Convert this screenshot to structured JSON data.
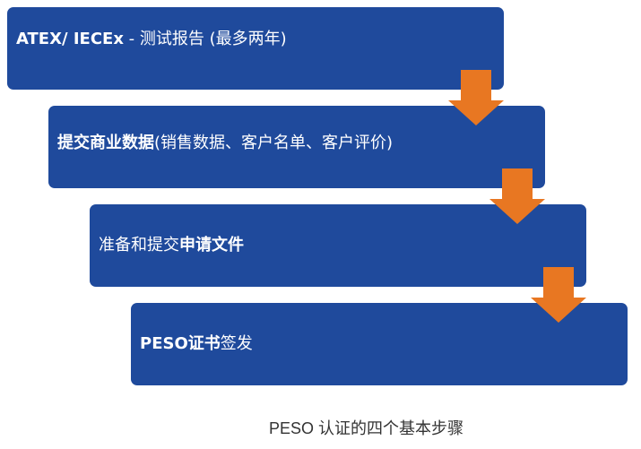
{
  "steps": [
    {
      "bold": "ATEX/ IECEx",
      "normal": " - 测试报告 (最多两年)"
    },
    {
      "bold": "提交商业数据",
      "normal": "(销售数据、客户名单、客户评价)"
    },
    {
      "normal_prefix": "准备和提交",
      "bold": "申请文件"
    },
    {
      "bold": "PESO证书",
      "normal": "签发"
    }
  ],
  "caption": "PESO 认证的四个基本步骤",
  "colors": {
    "box": "#1F4A9C",
    "arrow": "#E87722"
  }
}
